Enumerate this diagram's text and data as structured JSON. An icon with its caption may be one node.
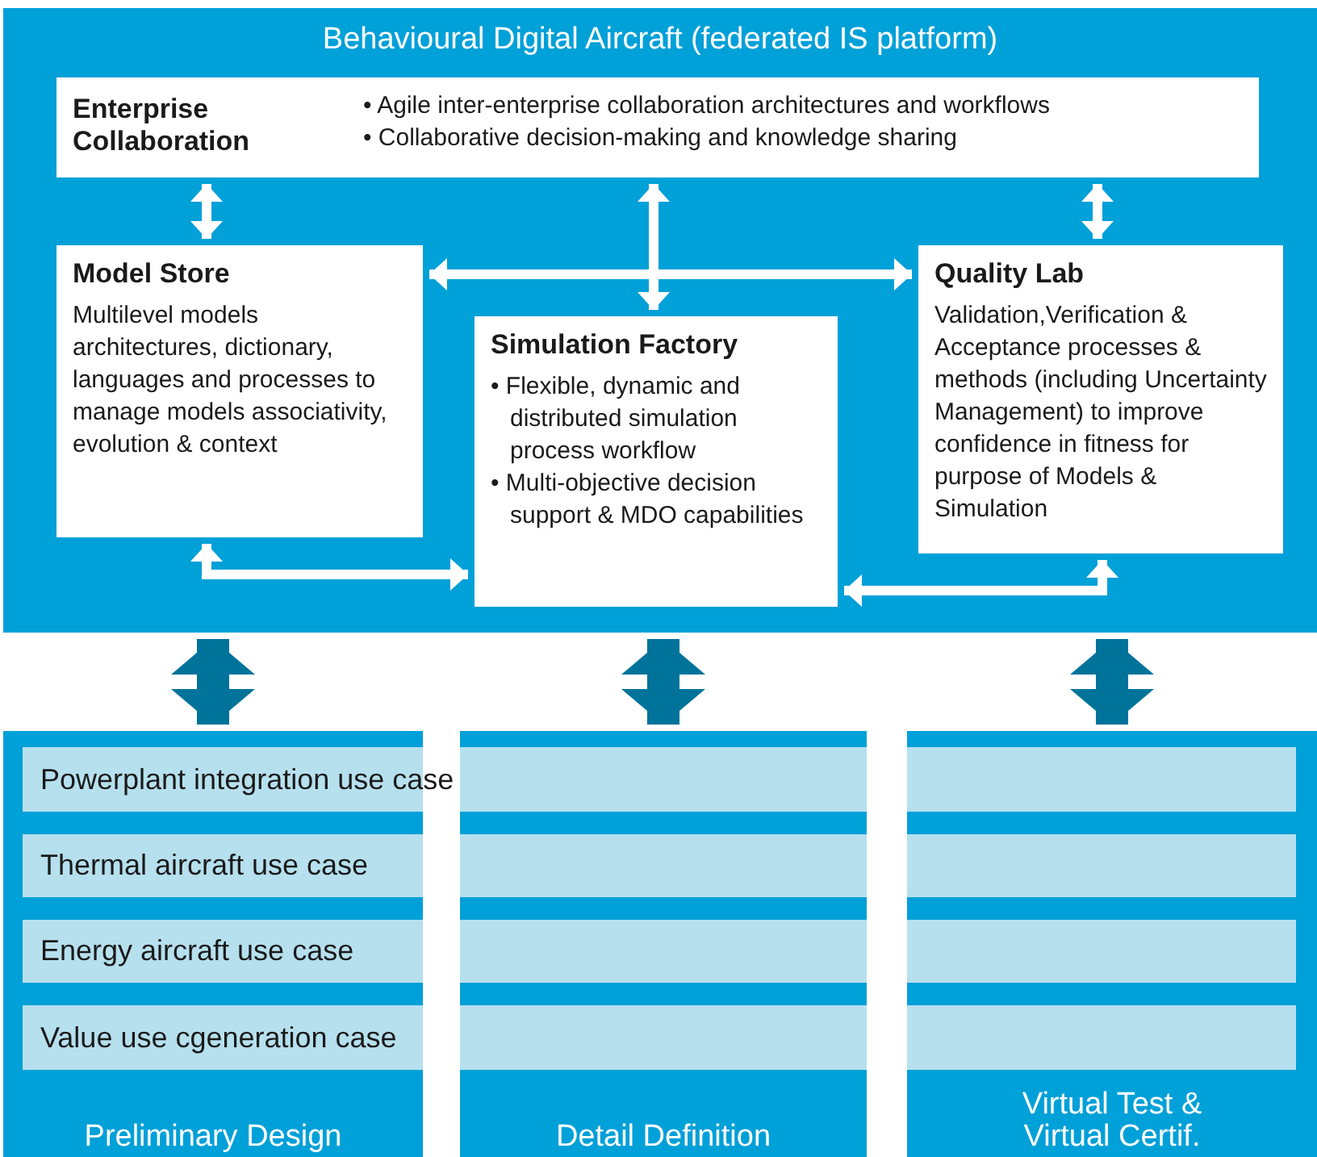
{
  "diagram": {
    "nodes": [
      {
        "text": [
          "Behavioural Digital Aircraft (federated IS platform)"
        ]
      },
      {
        "text": [
          "Enterprise Collaboration",
          "• Agile inter-enterprise collaboration architectures and workflows",
          "• Collaborative decision-making and knowledge sharing"
        ],
        "in": 0
      },
      {
        "text": [
          "Model Store",
          "Multilevel models architectures, dictionary, languages and processes to manage models associativity, evolution & context"
        ],
        "in": 0
      },
      {
        "text": [
          "Simulation Factory",
          "• Flexible, dynamic and distributed simulation process workflow",
          "• Multi-objective decision support & MDO capabilities"
        ],
        "in": 0
      },
      {
        "text": [
          "Quality Lab",
          "Validation,Verification & Acceptance processes & methods (including Uncertainty Management) to improve confidence in fitness for purpose of Models & Simulation"
        ],
        "in": 0
      },
      {
        "text": [
          "Preliminary Design"
        ]
      },
      {
        "text": [
          "Detail Definition"
        ]
      },
      {
        "text": [
          "Virtual Test & Virtual Certif."
        ]
      },
      {
        "text": [
          "Powerplant integration use case"
        ]
      },
      {
        "text": [
          "Thermal aircraft use case"
        ]
      },
      {
        "text": [
          "Energy aircraft use case"
        ]
      },
      {
        "text": [
          "Value use cgeneration case"
        ]
      }
    ],
    "edges": [
      {
        "from": 1,
        "to": 2,
        "arrow": "both"
      },
      {
        "from": 1,
        "to": 3,
        "arrow": "both"
      },
      {
        "from": 1,
        "to": 4,
        "arrow": "both"
      },
      {
        "from": 2,
        "to": 4,
        "arrow": "both"
      },
      {
        "from": 2,
        "to": 3,
        "arrow": "both"
      },
      {
        "from": 4,
        "to": 3,
        "arrow": "both"
      },
      {
        "from": 0,
        "to": 5,
        "arrow": "both",
        "style": "thick",
        "color": "#00739b"
      },
      {
        "from": 0,
        "to": 6,
        "arrow": "both",
        "style": "thick",
        "color": "#00739b"
      },
      {
        "from": 0,
        "to": 7,
        "arrow": "both",
        "style": "thick",
        "color": "#00739b"
      }
    ]
  }
}
